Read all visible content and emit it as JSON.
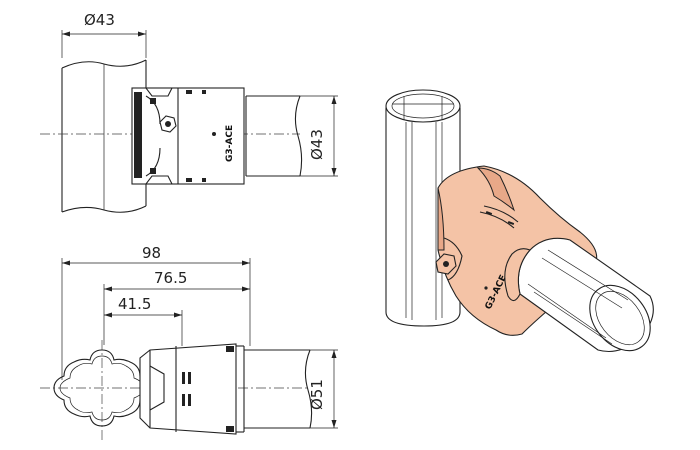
{
  "top_view": {
    "dim_tube_diameter": "Ø43",
    "dim_branch_diameter": "Ø43",
    "part_mark": "G3-ACE"
  },
  "bottom_view": {
    "dim_overall": "98",
    "dim_middle": "76.5",
    "dim_short": "41.5",
    "dim_branch_diameter": "Ø51"
  },
  "iso_view": {
    "part_mark": "G3-ACE"
  },
  "colors": {
    "fitting": "#f4c3a6",
    "fitting_shade": "#e8a888",
    "line": "#222222"
  }
}
